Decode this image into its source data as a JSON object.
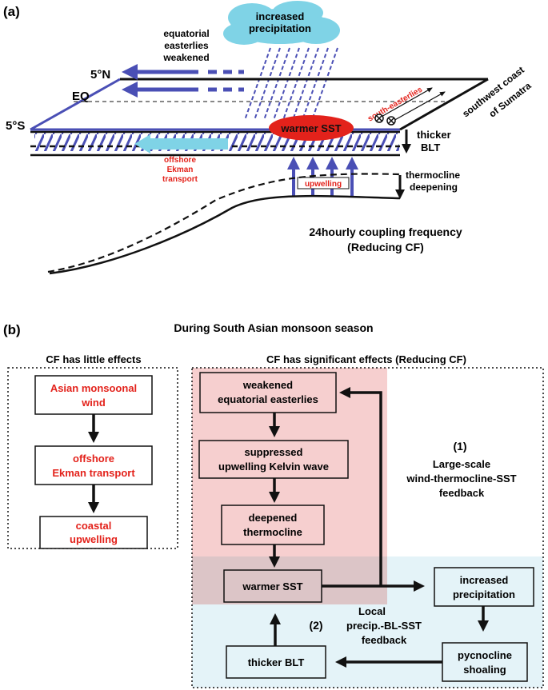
{
  "panel_a": {
    "label": "(a)",
    "cloud": [
      "increased",
      "precipitation"
    ],
    "easterlies": [
      "equatorial",
      "easterlies",
      "weakened"
    ],
    "lat_north": "5°N",
    "eq": "EQ",
    "lat_south": "5°S",
    "south_easterlies": "south-easterlies",
    "coast": [
      "southwest coast",
      "of Sumatra"
    ],
    "sst": "warmer SST",
    "blt": [
      "thicker",
      "BLT"
    ],
    "ekman": [
      "offshore",
      "Ekman",
      "transport"
    ],
    "upwelling": "upwelling",
    "thermocline": [
      "thermocline",
      "deepening"
    ],
    "freq": [
      "24hourly coupling frequency",
      "(Reducing CF)"
    ],
    "colors": {
      "blue": "#4a4fb5",
      "cyan": "#7fd3e6",
      "red": "#e3221b"
    }
  },
  "panel_b": {
    "label": "(b)",
    "title": "During South Asian monsoon season",
    "left": {
      "title": "CF has little effects",
      "boxes": [
        [
          "Asian monsoonal",
          "wind"
        ],
        [
          "offshore",
          "Ekman transport"
        ],
        [
          "coastal",
          "upwelling"
        ]
      ]
    },
    "right": {
      "title": "CF has significant effects (Reducing CF)",
      "boxes": {
        "easterlies": [
          "weakened",
          "equatorial easterlies"
        ],
        "kelvin": [
          "suppressed",
          "upwelling Kelvin wave"
        ],
        "thermocline": [
          "deepened",
          "thermocline"
        ],
        "sst": "warmer SST",
        "precip": [
          "increased",
          "precipitation"
        ],
        "pycnocline": [
          "pycnocline",
          "shoaling"
        ],
        "blt": "thicker BLT"
      },
      "feedback1": [
        "(1)",
        "Large-scale",
        "wind-thermocline-SST",
        "feedback"
      ],
      "feedback2_num": "(2)",
      "feedback2": [
        "Local",
        "precip.-BL-SST",
        "feedback"
      ]
    },
    "colors": {
      "pink": "#f6cfcf",
      "lightblue": "#e4f3f8",
      "overlap": "#dcc5c7",
      "red": "#e3221b"
    }
  }
}
